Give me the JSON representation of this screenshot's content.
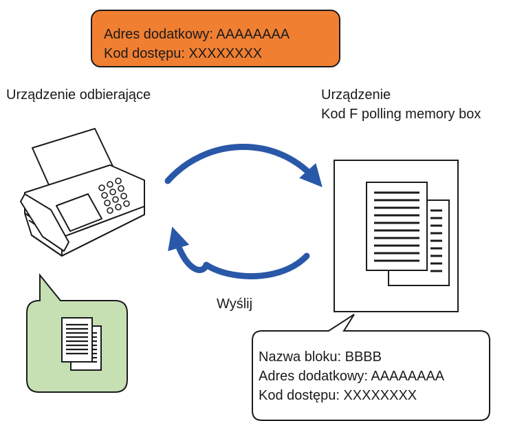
{
  "top_box": {
    "line1": "Adres dodatkowy: AAAAAAAA",
    "line2": "Kod dostępu: XXXXXXXX"
  },
  "receiving_device": {
    "label": "Urządzenie odbierające"
  },
  "sending_device": {
    "line1": "Urządzenie",
    "line2": "Kod F polling memory box"
  },
  "send_label": "Wyślij",
  "memory_box_callout": {
    "line1": "Nazwa bloku: BBBB",
    "line2": "Adres dodatkowy: AAAAAAAA",
    "line3": "Kod dostępu: XXXXXXXX"
  },
  "colors": {
    "top_box_fill": "#f07f32",
    "arrow": "#2a58a8",
    "received_callout_fill": "#c6e0b4"
  },
  "icons": [
    "fax-machine-icon",
    "documents-icon",
    "arrow-icon"
  ]
}
